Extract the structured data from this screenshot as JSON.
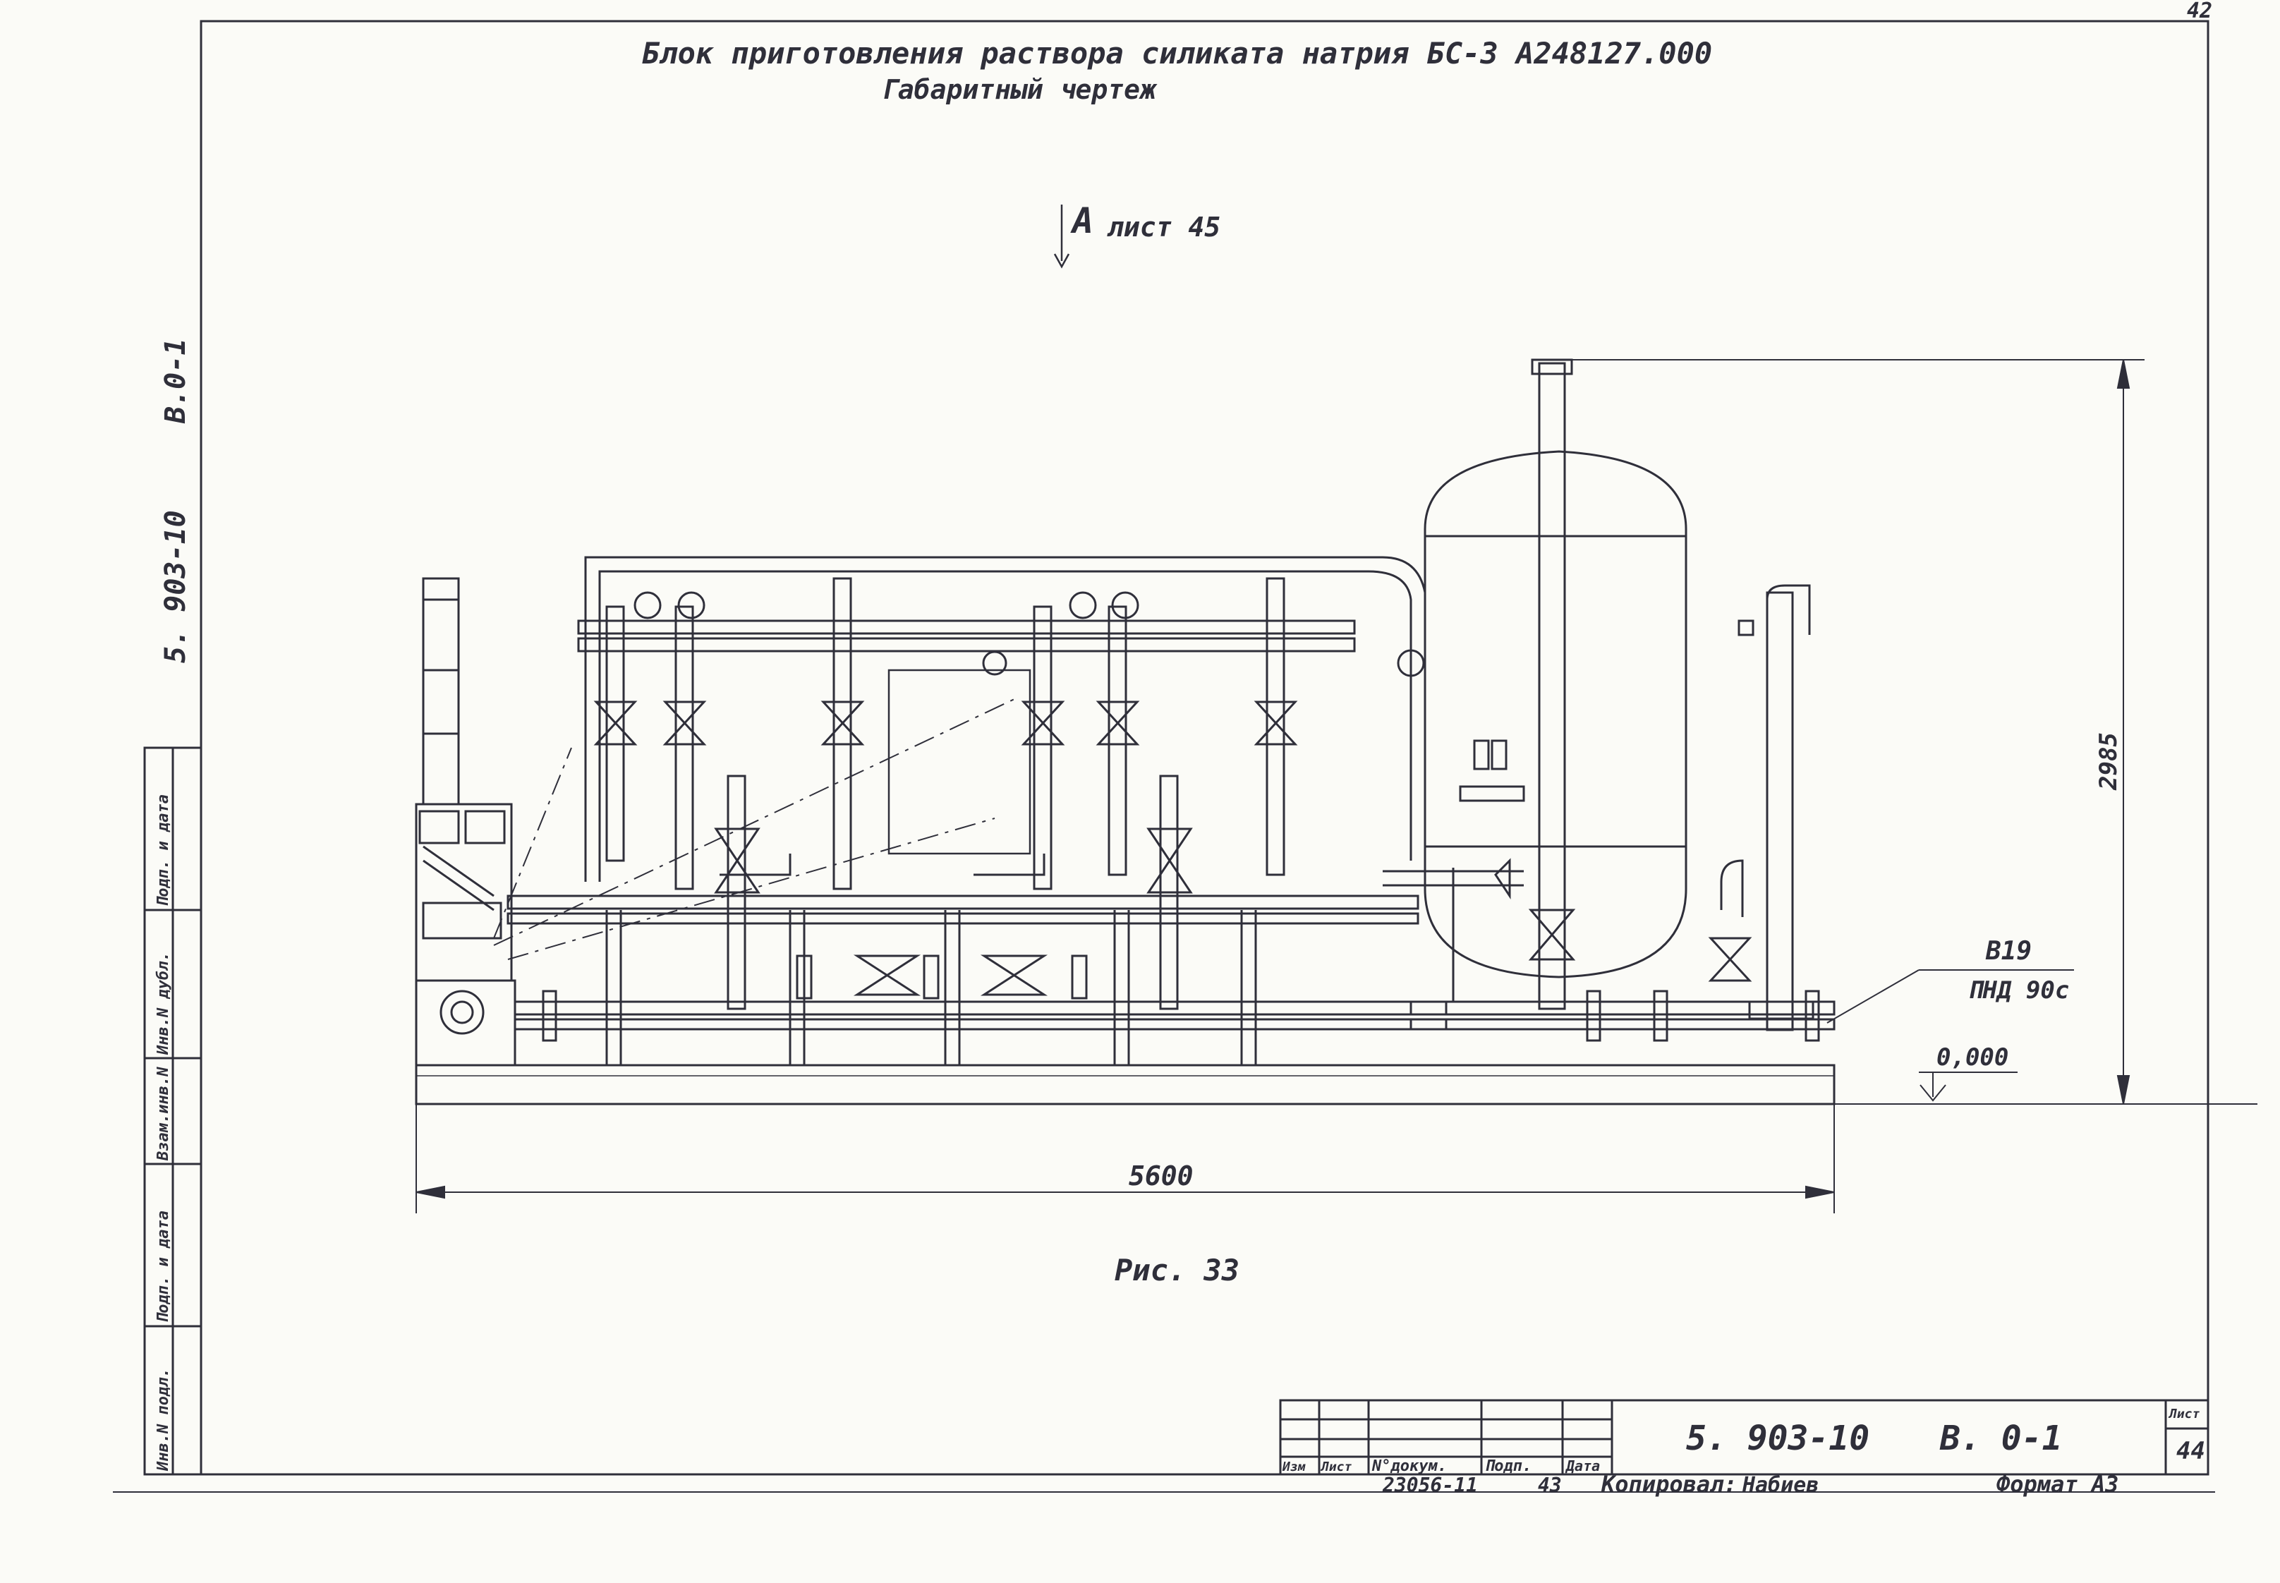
{
  "header": {
    "title": "Блок приготовления раствора силиката натрия  БС-3   А248127.000",
    "subtitle": "Габаритный чертеж",
    "corner_sheet": "42"
  },
  "view_marker": {
    "letter": "А",
    "ref": "лист 45"
  },
  "dimensions": {
    "width": "5600",
    "height": "2985",
    "level": "0,000",
    "callout_1": "В19",
    "callout_2": "ПНД 90с"
  },
  "figure_caption": "Рис. 33",
  "side_stamps": {
    "doc_code": "5. 903-10",
    "doc_part": "В.0-1",
    "boxes": [
      "Инв.N подл.",
      "Подп. и дата",
      "Взам.инв.N",
      "Инв.N дубл.",
      "Подп. и дата"
    ]
  },
  "title_block": {
    "columns": [
      "Изм",
      "Лист",
      "N°докум.",
      "Подп.",
      "Дата"
    ],
    "code": "5. 903-10",
    "part": "В. 0-1",
    "sheet_label": "Лист",
    "sheet_no": "44"
  },
  "footer": {
    "order": "23056-11",
    "order_no": "43",
    "copied": "Копировал:",
    "copier_signature": "Набиев",
    "format": "Формат А3"
  },
  "colors": {
    "ink": "#2f2f3a",
    "paper": "#fbfbf7"
  }
}
